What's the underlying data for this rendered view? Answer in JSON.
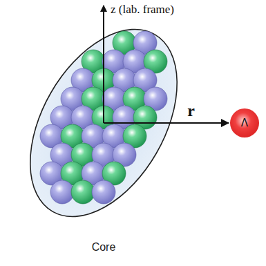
{
  "diagram": {
    "nodes": [
      {
        "text": [
          "Core"
        ]
      },
      {
        "text": [
          "Λ"
        ]
      }
    ],
    "edges": [
      {
        "from": 0,
        "to": 1,
        "arrow": "to",
        "label": "r"
      }
    ],
    "labels": [
      "z (lab. frame)"
    ]
  }
}
